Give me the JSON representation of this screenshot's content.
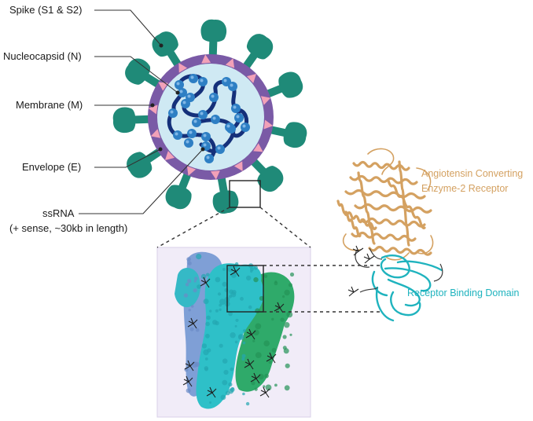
{
  "labels": {
    "spike": "Spike (S1 & S2)",
    "nucleocapsid": "Nucleocapsid (N)",
    "membrane": "Membrane (M)",
    "envelope": "Envelope (E)",
    "ssrna": "ssRNA",
    "ssrna_detail": "(+ sense, ~30kb in length)",
    "ace2_line1": "Angiotensin Converting",
    "ace2_line2": "Enzyme-2 Receptor",
    "rbd": "Receptor Binding Domain"
  },
  "colors": {
    "spike": "#1f8a78",
    "membrane": "#7a5aa6",
    "envelope": "#f2a1b8",
    "interior": "#cfe9f3",
    "nucleocapsid": "#2e7fc4",
    "rna": "#15307a",
    "ace2": "#d4a161",
    "rbd": "#1fb3be",
    "trimer_cyan": "#2ec0c8",
    "trimer_green": "#2faa6a",
    "trimer_blue": "#7f9fd6",
    "panel_bg": "#f1ecf8"
  }
}
